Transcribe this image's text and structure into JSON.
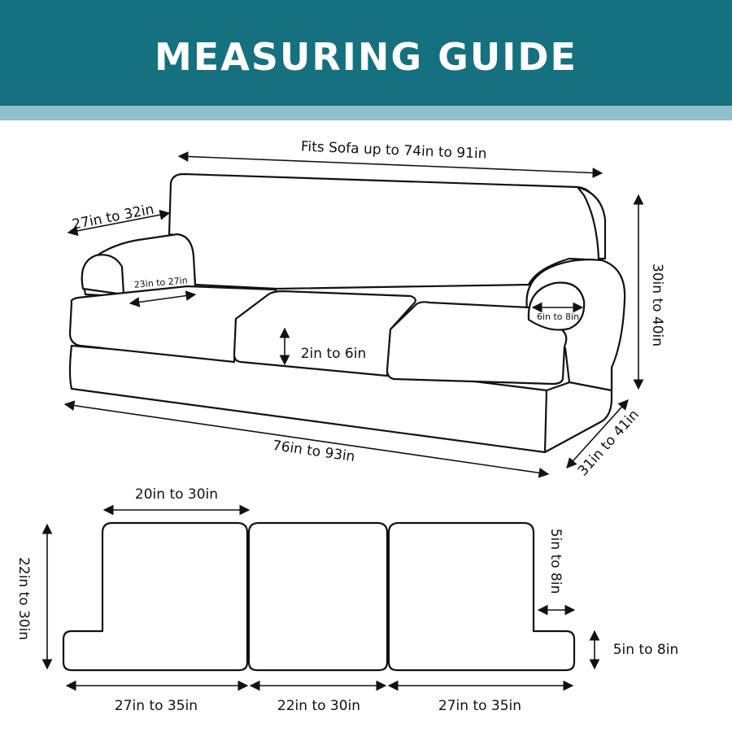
{
  "header": {
    "title": "MEASURING GUIDE"
  },
  "colors": {
    "header_bg": "#15707f",
    "header_strip": "#8fc1c9",
    "line": "#111111"
  },
  "sofa_labels": {
    "top_width": "Fits Sofa up to 74in to 91in",
    "arm_length": "27in to 32in",
    "arm_depth": "23in to 27in",
    "cushion_thickness": "2in to 6in",
    "arm_width": "6in to 8in",
    "height": "30in to 40in",
    "bottom_width": "76in to 93in",
    "depth": "31in to 41in"
  },
  "cushion_labels": {
    "back_width": "20in to 30in",
    "depth": "22in to 30in",
    "step_height": "5in to 8in",
    "front_height": "5in to 8in",
    "left_width": "27in to 35in",
    "middle_width": "22in to 30in",
    "right_width": "27in to 35in"
  }
}
